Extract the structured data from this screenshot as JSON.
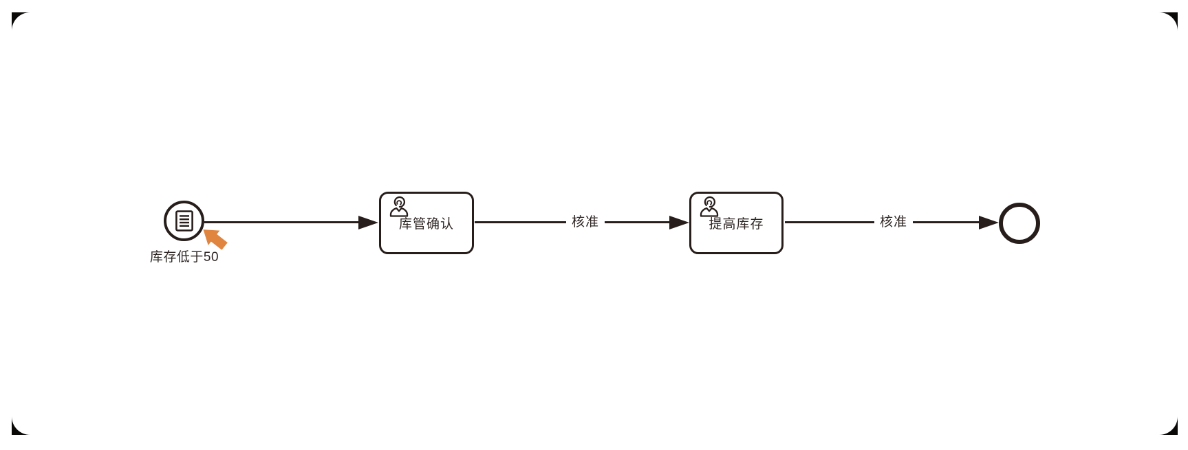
{
  "colors": {
    "ink": "#271e1b",
    "accent_orange": "#e08540",
    "canvas": "#ffffff"
  },
  "diagram": {
    "type": "bpmn-process",
    "start_event": {
      "label": "库存低于50",
      "icon": "conditional-document-icon"
    },
    "tasks": [
      {
        "label": "库管确认",
        "icon": "user-icon"
      },
      {
        "label": "提高库存",
        "icon": "user-icon"
      }
    ],
    "flows": [
      {
        "from": "start-event",
        "to": "task-1",
        "label": ""
      },
      {
        "from": "task-1",
        "to": "task-2",
        "label": "核准"
      },
      {
        "from": "task-2",
        "to": "end-event",
        "label": "核准"
      }
    ],
    "end_event": {
      "label": ""
    },
    "cursor": {
      "icon": "mouse-cursor-arrow-icon"
    }
  }
}
